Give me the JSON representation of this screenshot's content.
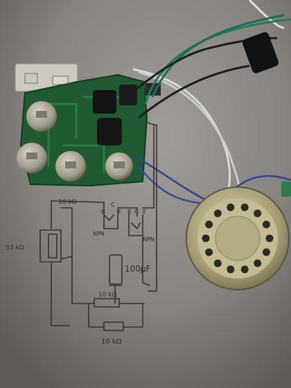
{
  "schematic": {
    "resistor_left": "33 kΩ",
    "resistor_top": "10 kΩ",
    "transistor_left_type": "NPN",
    "transistor_right_type": "NPN",
    "pin_left_b": "B",
    "pin_left_c": "C",
    "pin_left_e": "E",
    "pin_right_b": "B",
    "pin_right_c": "C",
    "pin_right_e": "E",
    "capacitor": "100µF",
    "resistor_mid": "10 kΩ",
    "resistor_bottom": "10 kΩ"
  },
  "colors": {
    "paper": "#8a8783",
    "pcb": "#1f5a33",
    "wire_green": "#1f7a5e",
    "wire_black": "#1b1b1b",
    "wire_blue": "#2f3f9a",
    "wire_white": "#d8d6d0",
    "speaker": "#b8b088"
  }
}
